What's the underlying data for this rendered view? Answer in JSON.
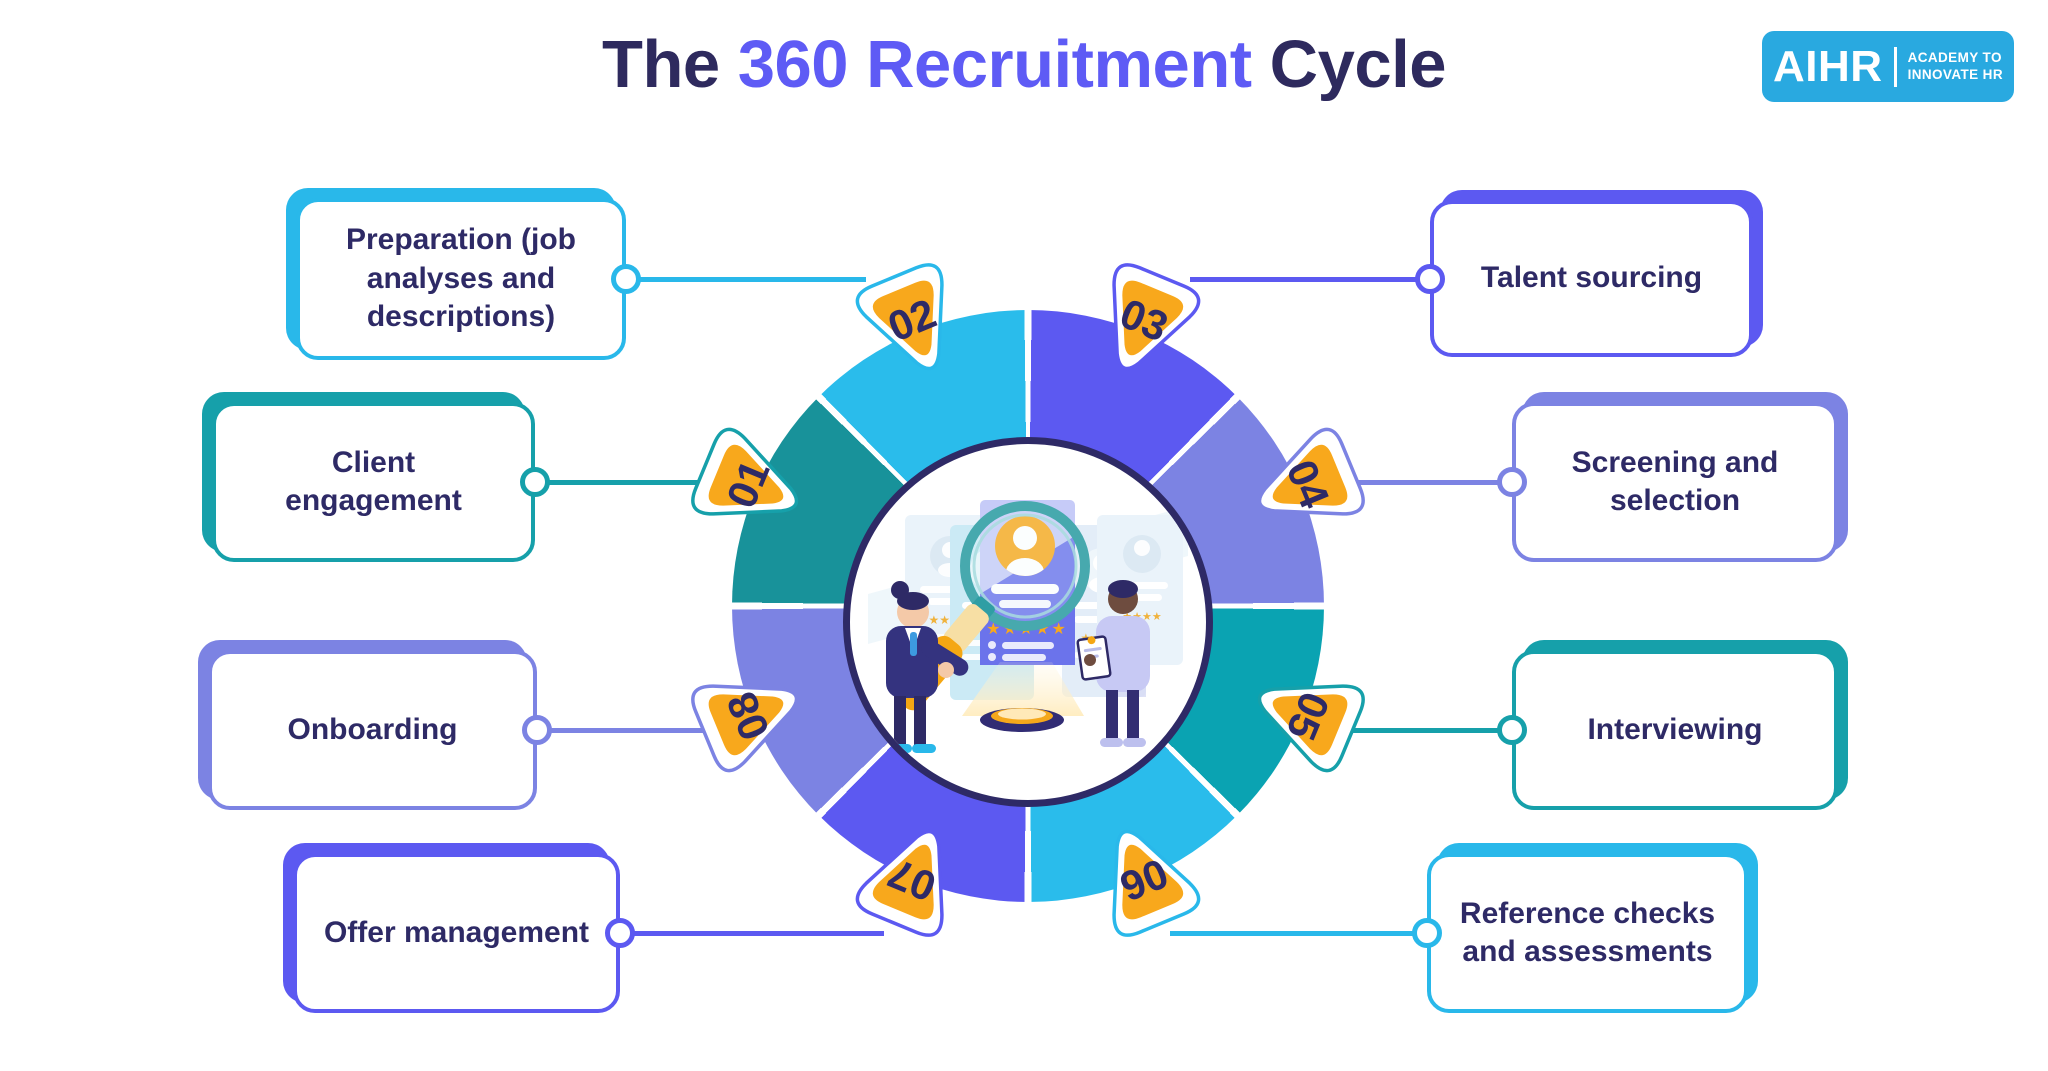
{
  "title": {
    "lead": "The ",
    "highlight": "360 Recruitment",
    "tail": " Cycle"
  },
  "logo": {
    "brand": "AIHR",
    "tagline": [
      "ACADEMY TO",
      "INNOVATE HR"
    ]
  },
  "steps": [
    {
      "number": "01",
      "label": "Client engagement",
      "accent": "#16A0AA"
    },
    {
      "number": "02",
      "label": "Preparation (job analyses and descriptions)",
      "accent": "#29B8EA"
    },
    {
      "number": "03",
      "label": "Talent sourcing",
      "accent": "#5C59F1"
    },
    {
      "number": "04",
      "label": "Screening and selection",
      "accent": "#7C83E3"
    },
    {
      "number": "05",
      "label": "Interviewing",
      "accent": "#16A0AA"
    },
    {
      "number": "06",
      "label": "Reference checks and assessments",
      "accent": "#29B8EA"
    },
    {
      "number": "07",
      "label": "Offer management",
      "accent": "#5C59F1"
    },
    {
      "number": "08",
      "label": "Onboarding",
      "accent": "#7C83E3"
    }
  ],
  "wheel": {
    "segment_colors": {
      "cyan": "#2ABCEB",
      "purple": "#5C59F1",
      "periwinkle": "#7C83E3",
      "teal_left": "#18929A",
      "teal_right": "#0AA3B2"
    },
    "hub_border": "#2E2A66",
    "badge_fill": "#F8A81C",
    "badge_number_color": "#2E2A66",
    "center_stars": "★★★★★",
    "side_stars": "★★★★"
  },
  "colors": {
    "title_navy": "#2E2A5E",
    "title_highlight": "#5E5BF5",
    "box_text": "#2E2A66",
    "logo_bg": "#29A9E0",
    "orange": "#F8A81C"
  }
}
